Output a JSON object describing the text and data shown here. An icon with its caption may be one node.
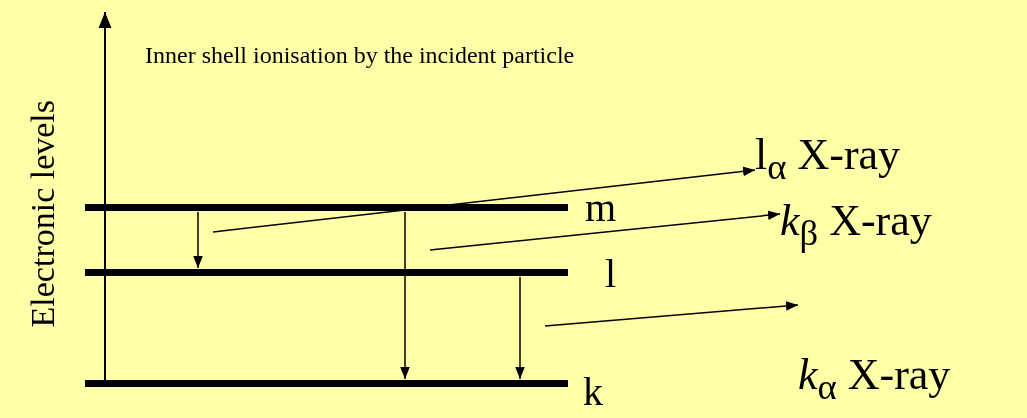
{
  "diagram": {
    "nodes": [
      {
        "text": [],
        "shape": "bar",
        "beside": [
          "m"
        ]
      },
      {
        "text": [],
        "shape": "bar",
        "beside": [
          "l"
        ]
      },
      {
        "text": [],
        "shape": "bar",
        "beside": [
          "k"
        ]
      },
      {
        "text": [
          "l$_{α}$ X-ray"
        ]
      },
      {
        "text": [
          "*k*$_{β}$ X-ray"
        ]
      },
      {
        "text": [
          "*k*$_{α}$ X-ray"
        ]
      }
    ],
    "edges": [
      {
        "from": 0,
        "to": 1,
        "arrow": "to"
      },
      {
        "from": 0,
        "to": 2,
        "arrow": "to"
      },
      {
        "from": 1,
        "to": 2,
        "arrow": "to"
      },
      {
        "from": null,
        "to": 3,
        "arrow": "to"
      },
      {
        "from": null,
        "to": 4,
        "arrow": "to"
      },
      {
        "from": null,
        "to": 5,
        "arrow": "to"
      }
    ],
    "labels": [
      "Electronic levels",
      "Inner shell ionisation by the incident particle"
    ]
  }
}
